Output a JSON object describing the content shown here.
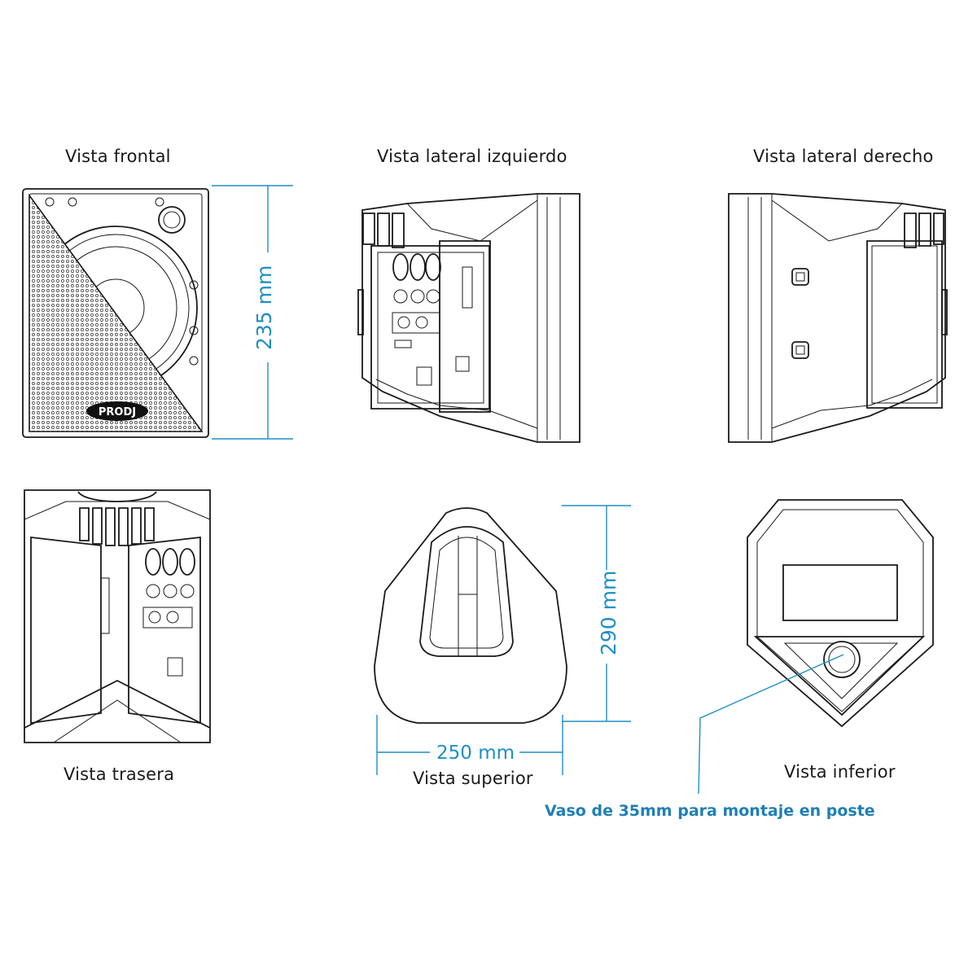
{
  "views": {
    "front": "Vista frontal",
    "left": "Vista lateral izquierdo",
    "right": "Vista lateral derecho",
    "rear": "Vista trasera",
    "top": "Vista superior",
    "bottom": "Vista inferior"
  },
  "dimensions": {
    "height": "235 mm",
    "depth": "290 mm",
    "width": "250 mm"
  },
  "brand_logo": "PRODJ",
  "mount_note": "Vaso de 35mm para montaje en poste",
  "colors": {
    "dimension": "#1f8fc4",
    "note": "#1f7fb5",
    "line": "#1a1a1a"
  }
}
